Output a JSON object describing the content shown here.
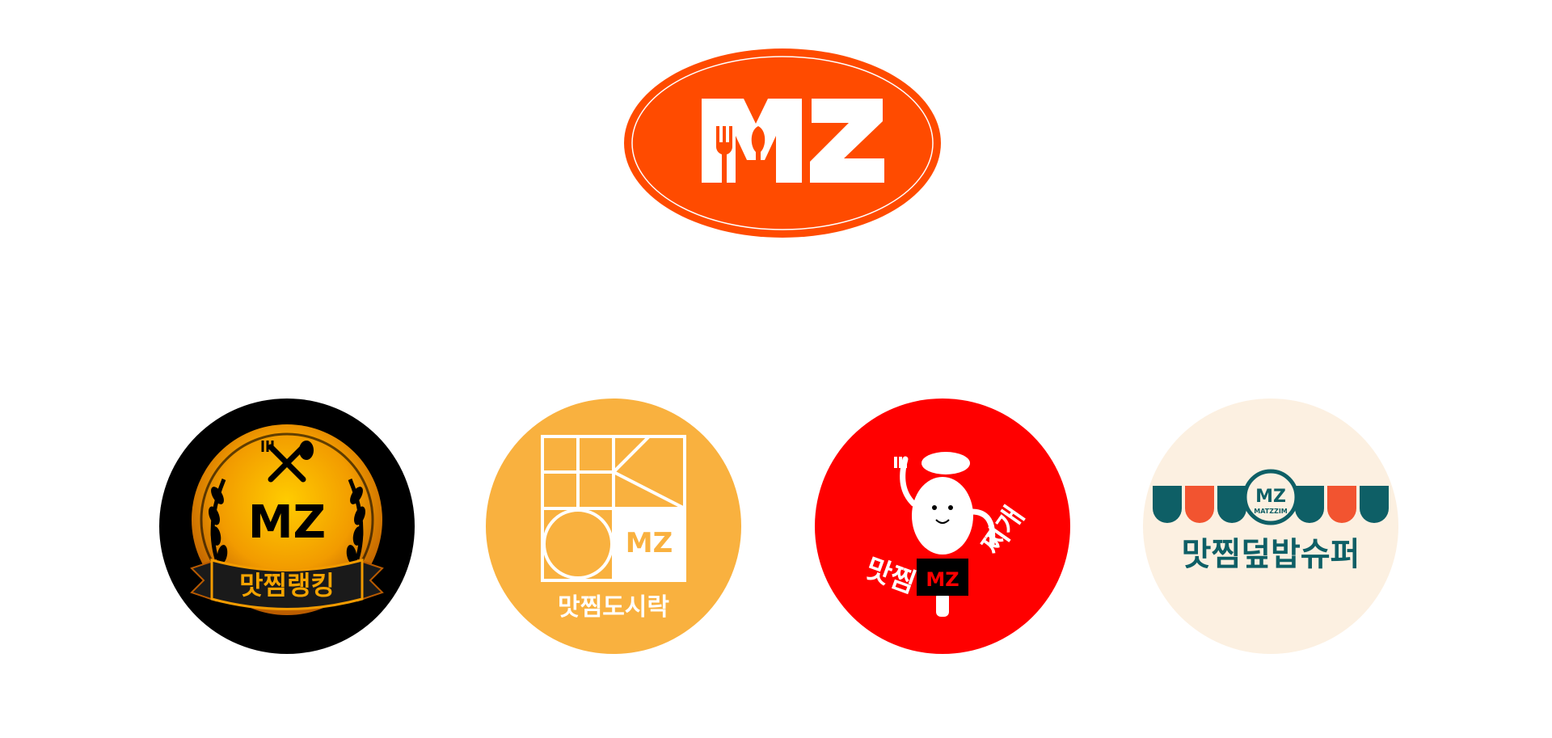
{
  "main_logo": {
    "text": "MZ",
    "color": "#ff4b00"
  },
  "badges": [
    {
      "id": "ranking",
      "mark": "MZ",
      "label": "맛찜랭킹",
      "colors": {
        "bg": "#000000",
        "gold": "#f0a000",
        "ribbon": "#1a1a1a"
      }
    },
    {
      "id": "lunchbox",
      "mark": "MZ",
      "label": "맛찜도시락",
      "colors": {
        "bg": "#f9b13f",
        "line": "#ffffff"
      }
    },
    {
      "id": "jjigae",
      "mark": "MZ",
      "label_left": "맛찜",
      "label_right": "찌개",
      "colors": {
        "bg": "#ff0000",
        "line": "#ffffff"
      }
    },
    {
      "id": "rice",
      "mark": "MZ",
      "sub": "MATZZIM",
      "label": "맛찜덮밥슈퍼",
      "colors": {
        "bg": "#fcf0e1",
        "teal": "#0e5f66",
        "orange": "#f25430"
      }
    }
  ]
}
